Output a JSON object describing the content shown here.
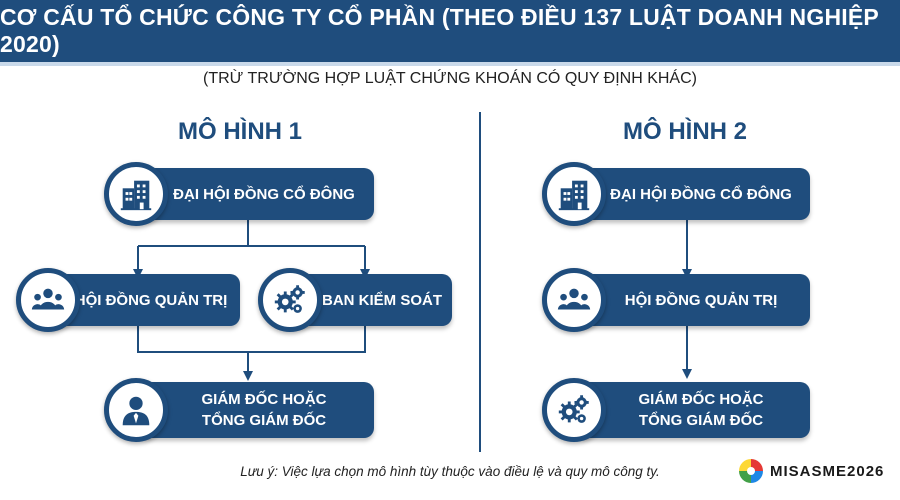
{
  "header": {
    "title": "CƠ CẤU TỔ CHỨC CÔNG TY CỔ PHẦN (THEO ĐIỀU 137 LUẬT DOANH NGHIỆP 2020)",
    "subtitle": "(TRỪ TRƯỜNG HỢP LUẬT CHỨNG KHOÁN CÓ QUY ĐỊNH KHÁC)"
  },
  "model1": {
    "title": "MÔ HÌNH 1",
    "shareholders": {
      "label": "ĐẠI HỘI ĐỒNG CỔ ĐÔNG",
      "icon": "building-icon"
    },
    "board": {
      "label": "HỘI ĐỒNG QUẢN TRỊ",
      "icon": "people-group-icon"
    },
    "control": {
      "label": "BAN KIỂM SOÁT",
      "icon": "gears-icon"
    },
    "director": {
      "label_line1": "GIÁM ĐỐC HOẶC",
      "label_line2": "TỔNG GIÁM ĐỐC",
      "icon": "person-icon"
    }
  },
  "model2": {
    "title": "MÔ HÌNH 2",
    "shareholders": {
      "label": "ĐẠI HỘI ĐỒNG CỔ ĐÔNG",
      "icon": "building-icon"
    },
    "board": {
      "label": "HỘI ĐỒNG QUẢN TRỊ",
      "icon": "people-group-icon"
    },
    "director": {
      "label_line1": "GIÁM ĐỐC HOẶC",
      "label_line2": "TỔNG GIÁM ĐỐC",
      "icon": "gears-icon"
    }
  },
  "footer": {
    "note": "Lưu ý: Việc lựa chọn mô hình tùy thuộc vào điều lệ và quy mô công ty.",
    "brand": "MISASME2026"
  },
  "colors": {
    "primary": "#1f4d7d",
    "accent_light": "#c9d9ea"
  }
}
